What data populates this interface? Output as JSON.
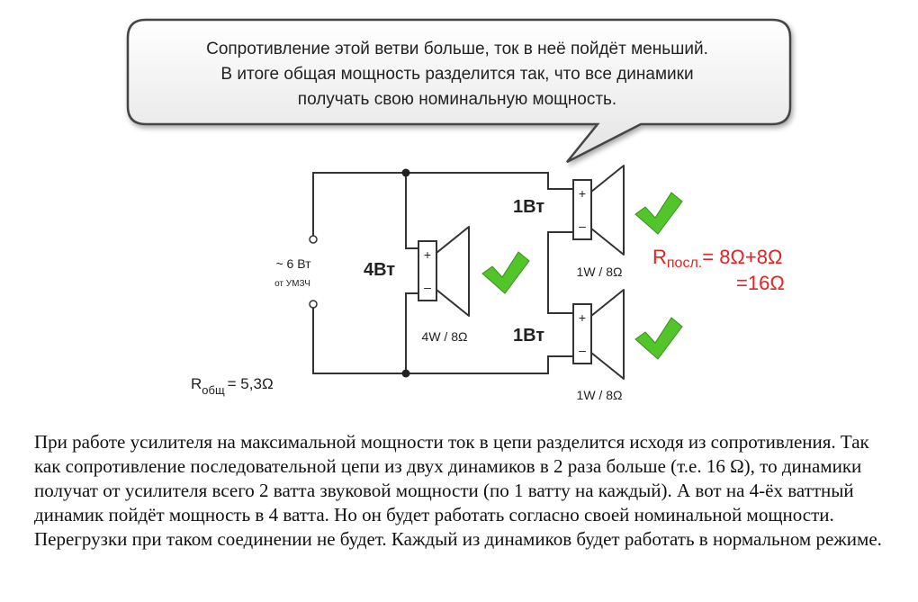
{
  "bubble": {
    "lines": [
      "Сопротивление этой ветви больше, ток в неё пойдёт меньший.",
      "В итоге общая мощность разделится так, что все динамики",
      "получать свою номинальную мощность."
    ]
  },
  "source": {
    "power": "~ 6 Вт",
    "label": "от УМЗЧ"
  },
  "total_resistance": {
    "prefix": "R",
    "subscript": "общ",
    "value": "= 5,3Ω"
  },
  "speaker_main": {
    "power": "4Вт",
    "rating": "4W / 8Ω",
    "plus": "+",
    "minus": "–"
  },
  "speaker_top": {
    "power": "1Вт",
    "rating": "1W / 8Ω",
    "plus": "+",
    "minus": "–"
  },
  "speaker_bottom": {
    "power": "1Вт",
    "rating": "1W / 8Ω",
    "plus": "+",
    "minus": "–"
  },
  "series_resistance": {
    "prefix": "R",
    "subscript": "посл.",
    "value": "= 8Ω+8Ω",
    "total": "=16Ω"
  },
  "colors": {
    "check": "#52c52a",
    "accent_red": "#e02424",
    "wire": "#333333"
  },
  "paragraph": "При работе усилителя на максимальной мощности ток в цепи разделится исходя из сопротивления. Так как сопротивление последовательной цепи из двух динамиков в 2 раза больше (т.е. 16 Ω), то динамики получат от усилителя всего 2 ватта звуковой мощности (по 1 ватту на каждый). А вот на 4-ёх ваттный динамик пойдёт мощность в 4 ватта. Но он будет работать согласно своей номинальной мощности. Перегрузки при таком соединении не будет. Каждый из динамиков будет работать в нормальном режиме."
}
